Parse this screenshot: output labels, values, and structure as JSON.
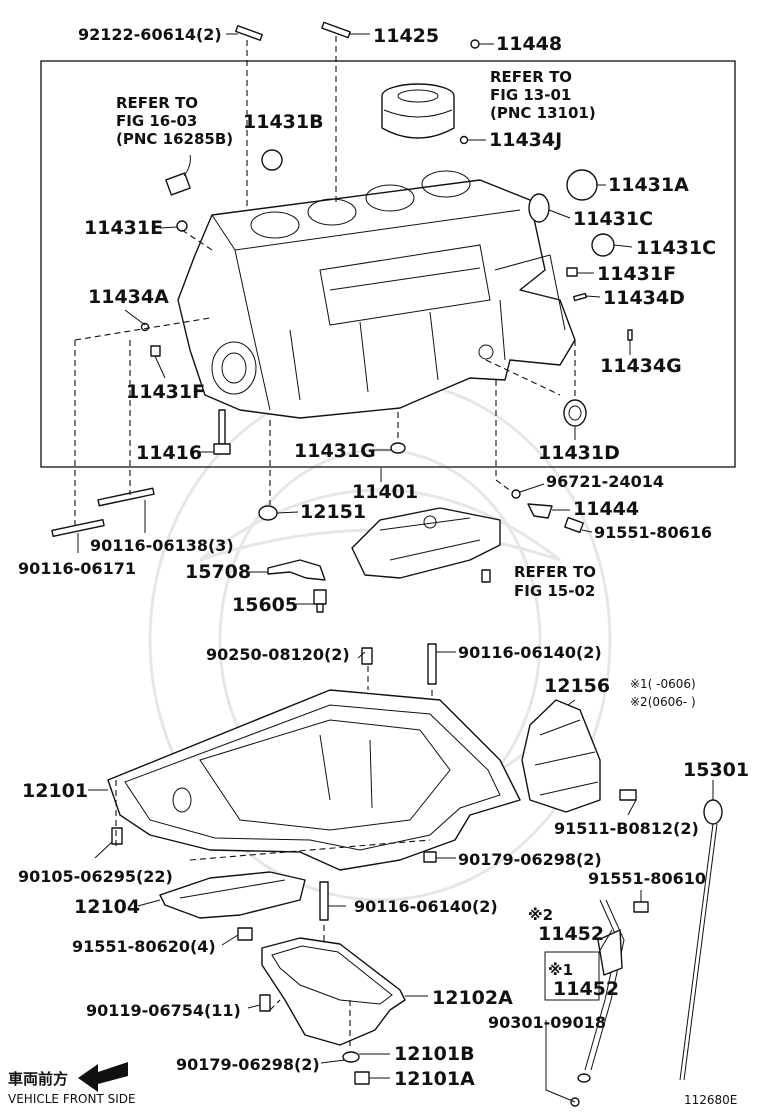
{
  "diagram": {
    "figure_code": "112680E",
    "direction_label_jp": "車両前方",
    "direction_label_en": "VEHICLE FRONT SIDE",
    "legend": {
      "line1": "※1(     -0606)",
      "line2": "※2(0606-     )"
    },
    "references": {
      "piston": [
        "REFER TO",
        "FIG 13-01",
        "(PNC 13101)"
      ],
      "sensor": [
        "REFER TO",
        "FIG 16-03",
        "(PNC 16285B)"
      ],
      "oil_pump": [
        "REFER TO",
        "FIG 15-02"
      ]
    },
    "callouts": {
      "p92122_60614": "92122-60614(2)",
      "p11425": "11425",
      "p11448": "11448",
      "p11431B": "11431B",
      "p11434J": "11434J",
      "p11431A": "11431A",
      "p11431C_1": "11431C",
      "p11431C_2": "11431C",
      "p11431E": "11431E",
      "p11431F_r": "11431F",
      "p11434D": "11434D",
      "p11434A": "11434A",
      "p11434G": "11434G",
      "p11431F_l": "11431F",
      "p11416": "11416",
      "p11431G": "11431G",
      "p11431D": "11431D",
      "p11401": "11401",
      "p96721_24014": "96721-24014",
      "p12151": "12151",
      "p11444": "11444",
      "p91551_80616": "91551-80616",
      "p90116_06138": "90116-06138(3)",
      "p90116_06171": "90116-06171",
      "p15708": "15708",
      "p15605": "15605",
      "p90250_08120": "90250-08120(2)",
      "p90116_06140_a": "90116-06140(2)",
      "p12156": "12156",
      "p15301": "15301",
      "p12101": "12101",
      "p91511_B0812": "91511-B0812(2)",
      "p90105_06295": "90105-06295(22)",
      "p90179_06298_a": "90179-06298(2)",
      "p91551_80610": "91551-80610",
      "p12104": "12104",
      "p90116_06140_b": "90116-06140(2)",
      "p91551_80620": "91551-80620(4)",
      "p11452_2_mark": "※2",
      "p11452_2": "11452",
      "p11452_1_mark": "※1",
      "p11452_1": "11452",
      "p12102A": "12102A",
      "p90119_06754": "90119-06754(11)",
      "p90301_09018": "90301-09018",
      "p90179_06298_b": "90179-06298(2)",
      "p12101B": "12101B",
      "p12101A": "12101A"
    }
  }
}
